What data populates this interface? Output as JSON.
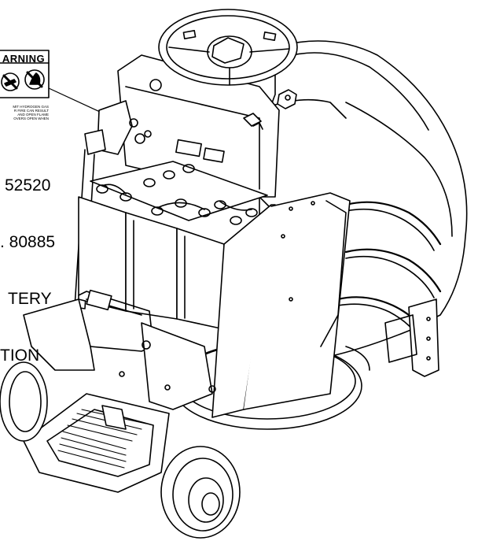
{
  "decal": {
    "title": "ARNING",
    "fine_print": [
      "MIT HYDROGEN GAS",
      "R FIRE CAN RESULT",
      "AND OPEN FLAME",
      "OVERS OPEN WHEN"
    ]
  },
  "callout": {
    "line1": "52520",
    "line2": ". 80885",
    "line3": "TERY",
    "line4": "TION"
  },
  "colors": {
    "line": "#000000",
    "fill": "#ffffff"
  },
  "icons": [
    "no-smoking-icon",
    "no-flame-icon"
  ]
}
